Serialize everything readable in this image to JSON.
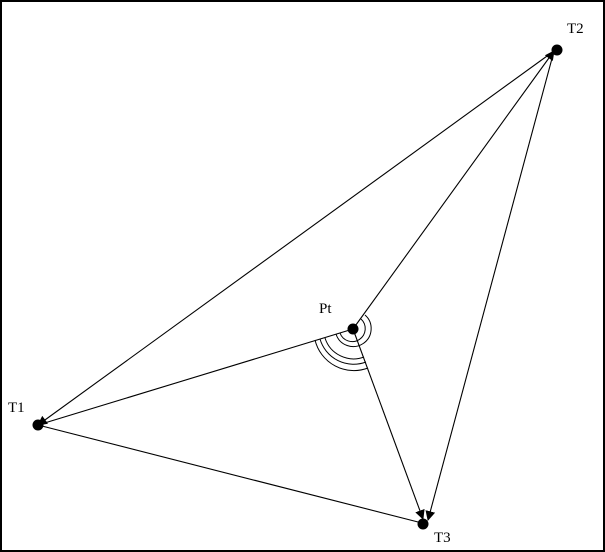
{
  "points": {
    "t1": {
      "label": "T1"
    },
    "t2": {
      "label": "T2"
    },
    "t3": {
      "label": "T3"
    },
    "pt": {
      "label": "Pt"
    }
  },
  "colors": {
    "stroke": "#000000",
    "background": "#ffffff"
  }
}
